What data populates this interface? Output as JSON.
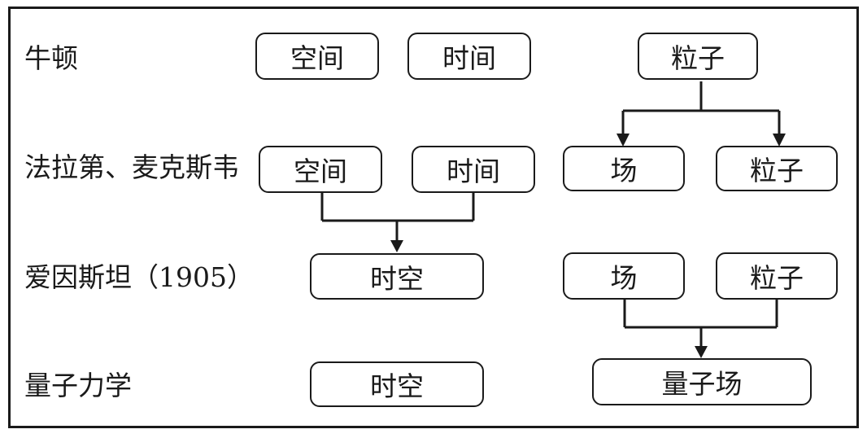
{
  "rows": {
    "newton": "牛顿",
    "faraday_maxwell": "法拉第、麦克斯韦",
    "einstein": "爱因斯坦（1905）",
    "quantum": "量子力学"
  },
  "nodes": {
    "newton_space": "空间",
    "newton_time": "时间",
    "newton_particle": "粒子",
    "fm_space": "空间",
    "fm_time": "时间",
    "fm_field": "场",
    "fm_particle": "粒子",
    "einstein_spacetime": "时空",
    "einstein_field": "场",
    "einstein_particle": "粒子",
    "quantum_spacetime": "时空",
    "quantum_field": "量子场"
  }
}
